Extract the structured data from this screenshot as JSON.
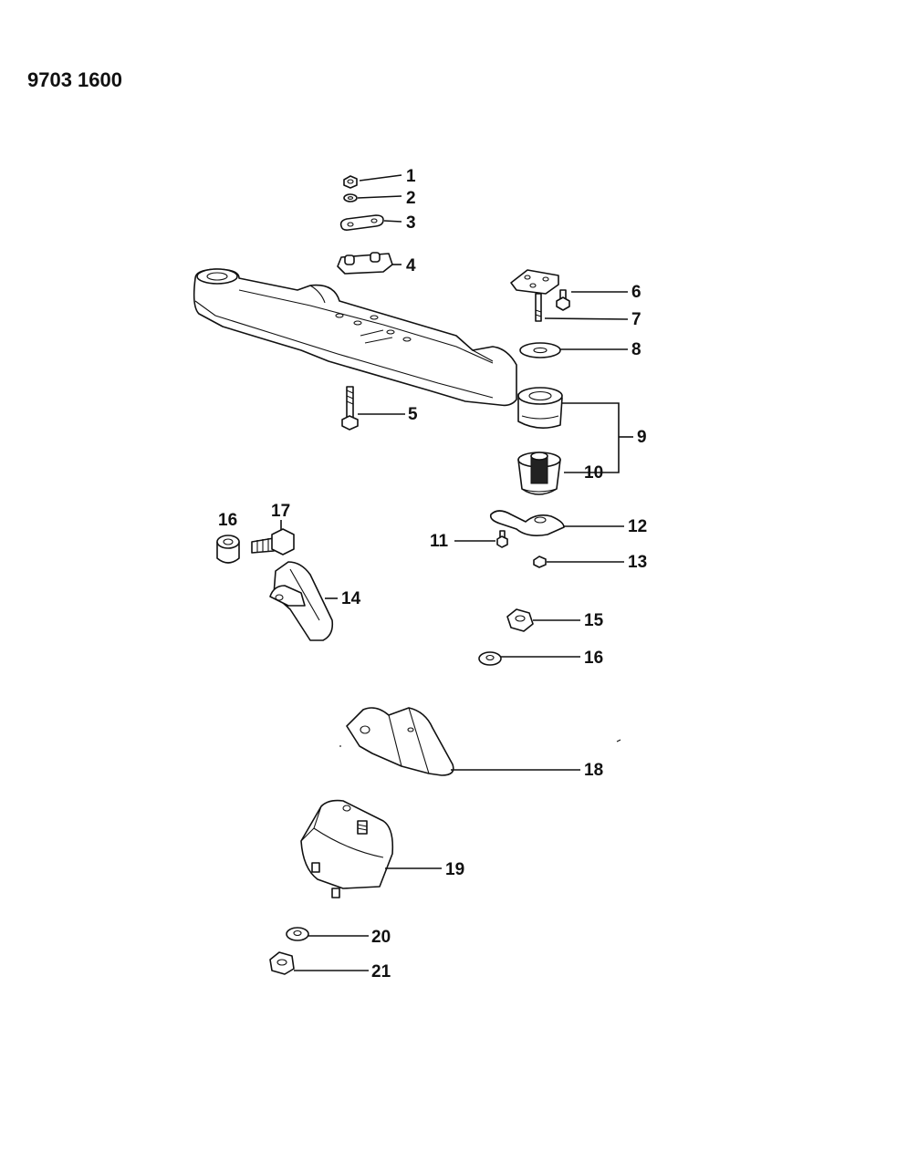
{
  "document": {
    "number": "9703 1600"
  },
  "callouts": {
    "c1": "1",
    "c2": "2",
    "c3": "3",
    "c4": "4",
    "c5": "5",
    "c6": "6",
    "c7": "7",
    "c8": "8",
    "c9": "9",
    "c10": "10",
    "c11": "11",
    "c12": "12",
    "c13": "13",
    "c14": "14",
    "c15": "15",
    "c16a": "16",
    "c16b": "16",
    "c17": "17",
    "c18": "18",
    "c19": "19",
    "c20": "20",
    "c21": "21"
  }
}
